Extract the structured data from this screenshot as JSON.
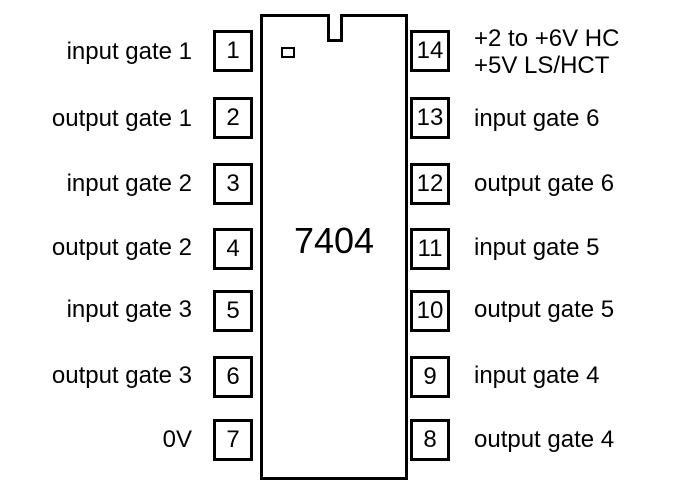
{
  "chip": {
    "part_number": "7404"
  },
  "left_pins": [
    {
      "number": "1",
      "label": "input gate 1"
    },
    {
      "number": "2",
      "label": "output gate 1"
    },
    {
      "number": "3",
      "label": "input gate 2"
    },
    {
      "number": "4",
      "label": "output gate 2"
    },
    {
      "number": "5",
      "label": "input gate 3"
    },
    {
      "number": "6",
      "label": "output gate 3"
    },
    {
      "number": "7",
      "label": "0V"
    }
  ],
  "right_pins": [
    {
      "number": "14",
      "label_line1": "+2 to +6V HC",
      "label_line2": "+5V LS/HCT"
    },
    {
      "number": "13",
      "label": "input gate 6"
    },
    {
      "number": "12",
      "label": "output gate 6"
    },
    {
      "number": "11",
      "label": "input gate 5"
    },
    {
      "number": "10",
      "label": "output gate 5"
    },
    {
      "number": "9",
      "label": "input gate 4"
    },
    {
      "number": "8",
      "label": "output gate 4"
    }
  ]
}
